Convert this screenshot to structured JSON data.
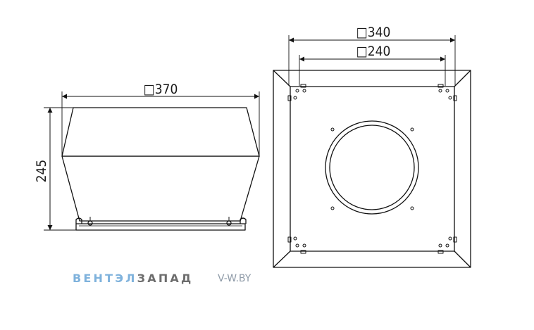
{
  "side_view": {
    "width_label": "□370",
    "height_label": "245"
  },
  "top_view": {
    "outer_width_label": "□340",
    "inner_width_label": "□240"
  },
  "branding": {
    "company_part_1": "ВЕНТЭЛ",
    "company_part_2": "ЗАПАД",
    "website": "V-W.BY",
    "colors": {
      "company_part_1": "#7fb2dc",
      "company_part_2": "#6d6d6d",
      "website": "#8f9ba8"
    }
  }
}
